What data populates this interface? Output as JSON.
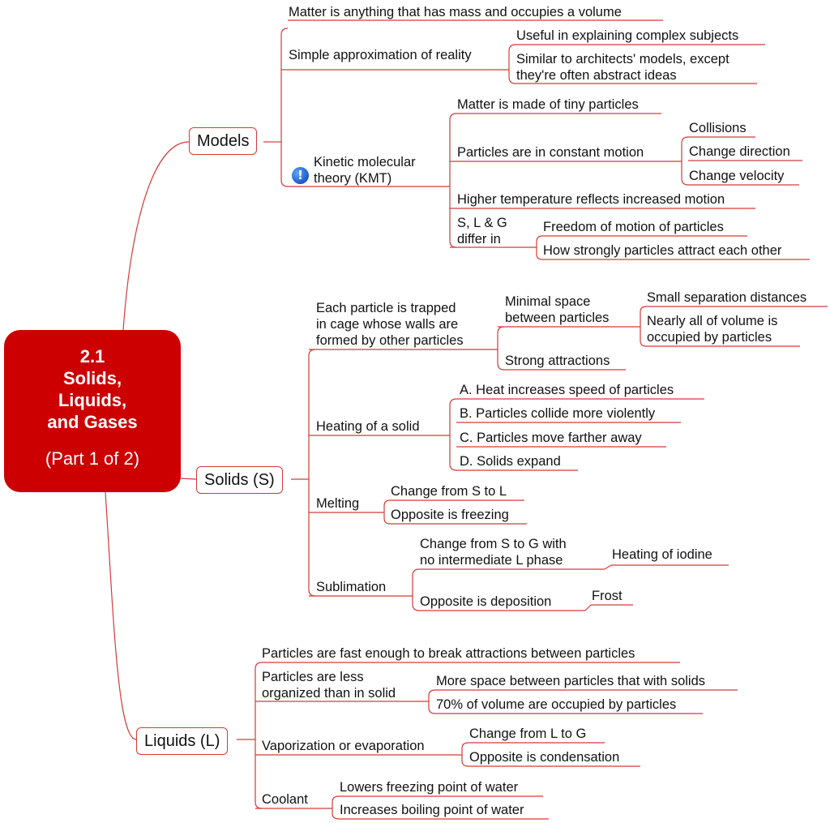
{
  "root": {
    "title_line1": "2.1",
    "title_line2": "Solids,",
    "title_line3": "Liquids,",
    "title_line4": "and Gases",
    "subtitle": "(Part 1 of 2)",
    "color": "#cc0000"
  },
  "line_color": "#d43a3a",
  "models": {
    "label": "Models",
    "matter_def": "Matter is anything that has mass and occupies a volume",
    "approx": "Simple approximation of reality",
    "approx_useful": "Useful in explaining complex subjects",
    "approx_architects_1": "Similar to architects' models, except",
    "approx_architects_2": "they're often abstract ideas",
    "kmt_icon": "info-alert-icon",
    "kmt_1": "Kinetic molecular",
    "kmt_2": "theory (KMT)",
    "kmt_particles": "Matter is made of tiny particles",
    "kmt_motion": "Particles are in constant motion",
    "motion_collisions": "Collisions",
    "motion_direction": "Change direction",
    "motion_velocity": "Change velocity",
    "kmt_temperature": "Higher temperature reflects increased motion",
    "slg_1": "S, L & G",
    "slg_2": "differ in",
    "slg_freedom": "Freedom of motion of particles",
    "slg_attract": "How strongly particles attract each other"
  },
  "solids": {
    "label": "Solids (S)",
    "cage_1": "Each particle is trapped",
    "cage_2": "in cage whose walls are",
    "cage_3": "formed by other particles",
    "minimal_1": "Minimal space",
    "minimal_2": "between particles",
    "small_sep": "Small separation distances",
    "nearly_1": "Nearly all of volume is",
    "nearly_2": "occupied by particles",
    "strong": "Strong attractions",
    "heating": "Heating of a solid",
    "heat_a": "A. Heat increases speed of particles",
    "heat_b": "B. Particles collide more violently",
    "heat_c": "C. Particles move farther away",
    "heat_d": "D. Solids expand",
    "melting": "Melting",
    "melt_change": "Change from S to L",
    "melt_opposite": "Opposite is freezing",
    "sublimation": "Sublimation",
    "sub_change_1": "Change from S to G with",
    "sub_change_2": "no intermediate L phase",
    "sub_iodine": "Heating of iodine",
    "sub_opposite": "Opposite is deposition",
    "sub_frost": "Frost"
  },
  "liquids": {
    "label": "Liquids (L)",
    "fast": "Particles are fast enough to break attractions between particles",
    "less_1": "Particles are less",
    "less_2": "organized than in solid",
    "more_space": "More space between particles that with solids",
    "seventy": "70% of volume are occupied by particles",
    "vapor": "Vaporization or evaporation",
    "vapor_change": "Change from L to G",
    "vapor_opposite": "Opposite is condensation",
    "coolant": "Coolant",
    "cool_freeze": "Lowers freezing point of water",
    "cool_boil": "Increases boiling point of water"
  }
}
